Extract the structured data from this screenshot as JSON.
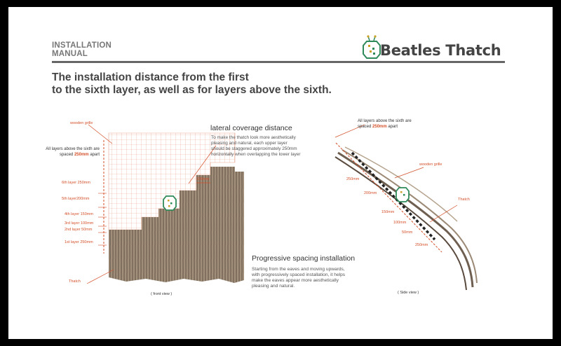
{
  "header": {
    "manual_line1": "INSTALLATION",
    "manual_line2": "MANUAL",
    "brand_name": "Beatles Thatch",
    "headline_line1": "The installation distance from the first",
    "headline_line2": "to the sixth layer, as well as for layers above the sixth."
  },
  "front": {
    "wooden_grille": "wooden grille",
    "above_sixth_prefix": "All layers above the sixth are",
    "above_sixth_spaced": "spaced",
    "above_sixth_value": "250mm",
    "above_sixth_suffix": "apart",
    "layers": [
      {
        "label": "6th layer 250mm"
      },
      {
        "label": "5th layer200mm"
      },
      {
        "label": "4th layer 150mm"
      },
      {
        "label": "3rd layer 100mm"
      },
      {
        "label": "2nd layer 50mm"
      },
      {
        "label": "1st layer 250mm"
      }
    ],
    "dim_150": "150mm",
    "thatch": "Thatch",
    "view_label": "( front view )"
  },
  "lateral": {
    "title": "lateral coverage distance",
    "text_lines": [
      "To make the thatch look more aesthetically",
      "pleasing and natural, each upper layer",
      "should be staggered approximately 250mm",
      "horizontally when overlapping the lower layer"
    ]
  },
  "progressive": {
    "title": "Progressive spacing installation",
    "text_lines": [
      "Starting from the eaves and moving upwards,",
      "with progressively spaced installation, it helps",
      "make the eaves appear more aesthetically",
      "pleasing and natural."
    ]
  },
  "side": {
    "above_sixth_line1": "All layers above the sixth are",
    "above_sixth_spaced": "spaced",
    "above_sixth_value": "250mm",
    "above_sixth_suffix": "apart",
    "wooden_grille": "wooden grille",
    "thatch": "Thatch",
    "dims": [
      "250mm",
      "200mm",
      "150mm",
      "100mm",
      "50mm",
      "250mm"
    ],
    "view_label": "( Side view )"
  },
  "colors": {
    "accent": "#d4502a",
    "brand_green": "#2f8a5a",
    "brand_gold": "#c9a227",
    "text": "#444444"
  }
}
